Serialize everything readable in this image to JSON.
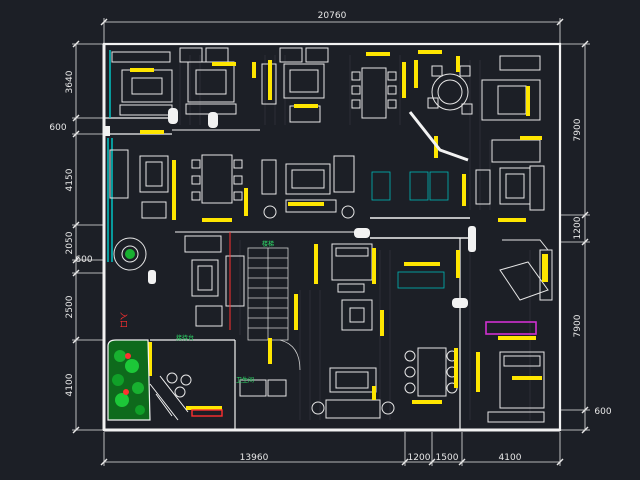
{
  "drawing": {
    "background": "#1c1f26",
    "colors": {
      "wall": "#f2f2f2",
      "dimension": "#e8e8e8",
      "furniture": "#e6e6e6",
      "label_green": "#2fe06a",
      "highlight": "#ffe600",
      "glass": "#00d0d0",
      "door_red": "#ff3030",
      "magenta": "#d030d0",
      "plant_green": "#18b030",
      "stair_line": "#cfcfcf"
    },
    "dimensions": {
      "top_total": "20760",
      "bottom_segments": [
        "13960",
        "1200",
        "1500",
        "4100"
      ],
      "left_segments": [
        "3640",
        "600",
        "4150",
        "2050",
        "600",
        "2500",
        "4100"
      ],
      "right_segments": [
        "7900",
        "1200",
        "7900",
        "600"
      ]
    },
    "labels": {
      "entrance": "入口",
      "center_label": "楼梯",
      "wc": "卫生间",
      "reception": "接待台"
    },
    "icons": [
      "dimension-line",
      "wall-outline",
      "sofa-icon",
      "dining-set-icon",
      "bed-icon",
      "armchair-icon",
      "plant-icon",
      "staircase-icon",
      "round-table-icon"
    ]
  }
}
